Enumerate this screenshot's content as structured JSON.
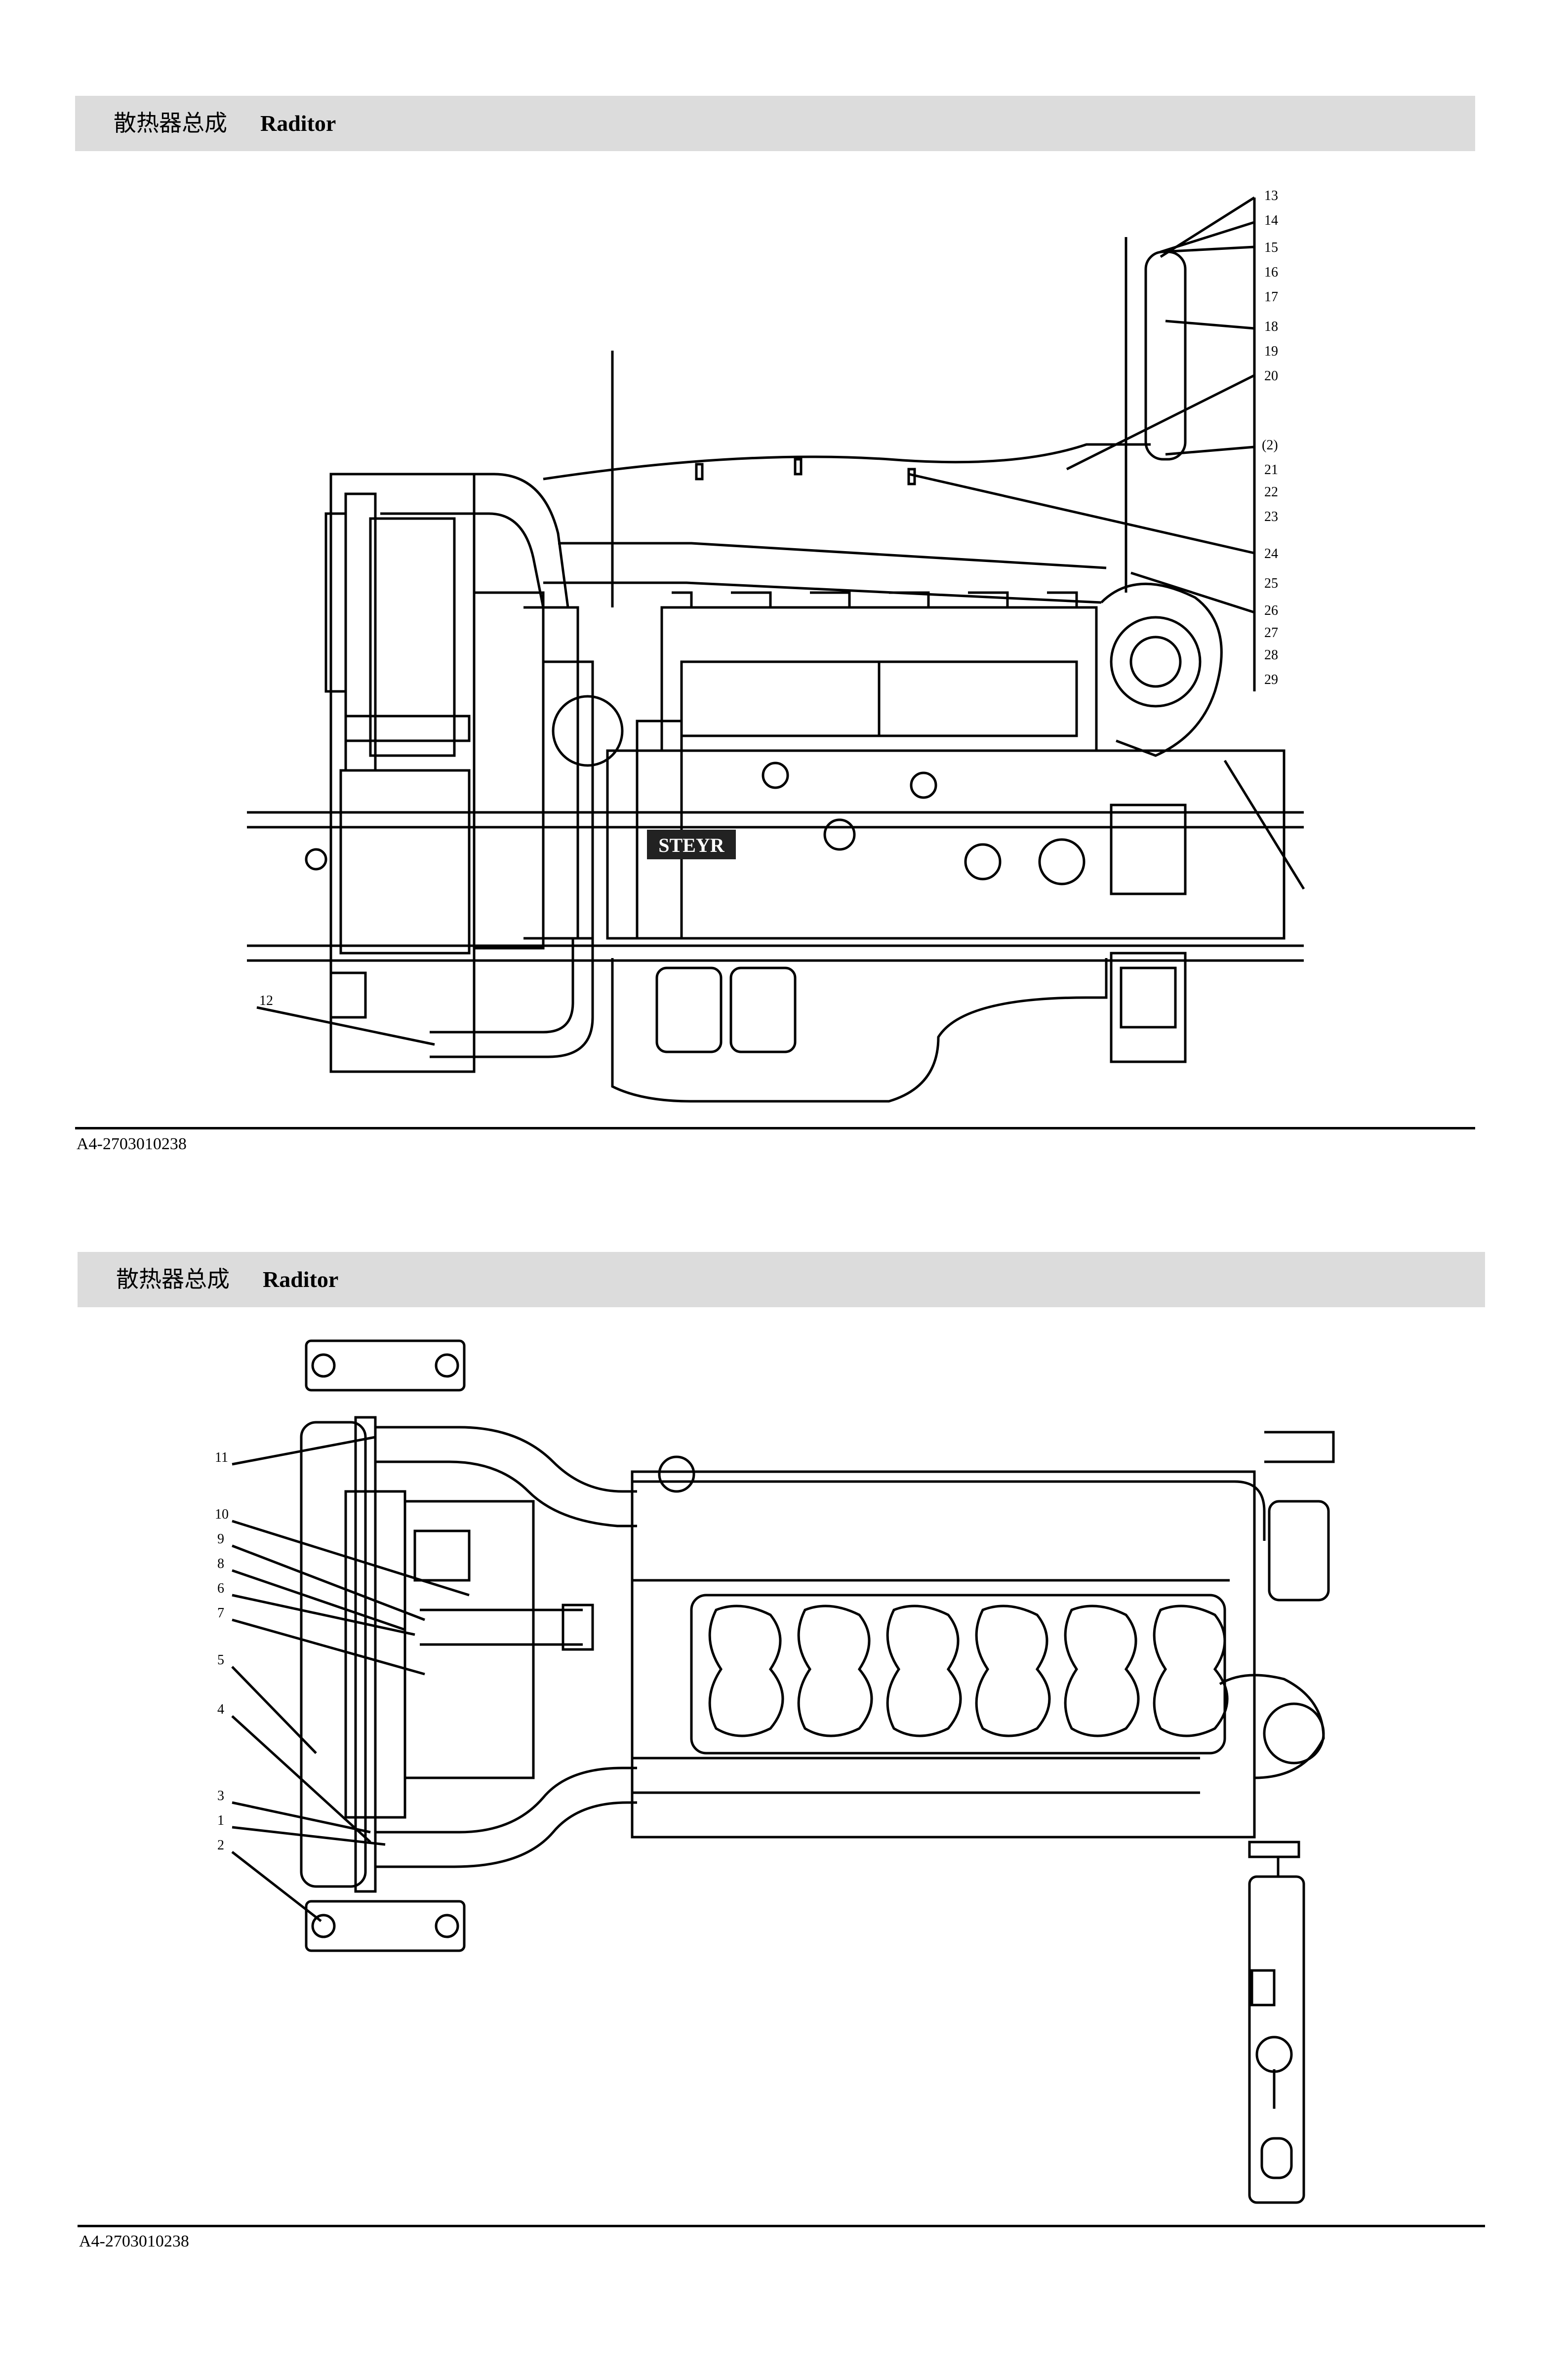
{
  "diagram_side": {
    "title_cn": "散热器总成",
    "title_en": "Raditor",
    "doc_no": "A4-2703010238",
    "brand_text": "STEYR",
    "callouts": [
      "13",
      "14",
      "15",
      "16",
      "17",
      "18",
      "19",
      "20",
      "(2)",
      "21",
      "22",
      "23",
      "24",
      "25",
      "26",
      "27",
      "28",
      "29",
      "12"
    ]
  },
  "diagram_top": {
    "title_cn": "散热器总成",
    "title_en": "Raditor",
    "doc_no": "A4-2703010238",
    "callouts": [
      "11",
      "10",
      "9",
      "8",
      "6",
      "7",
      "5",
      "4",
      "3",
      "1",
      "2"
    ]
  }
}
